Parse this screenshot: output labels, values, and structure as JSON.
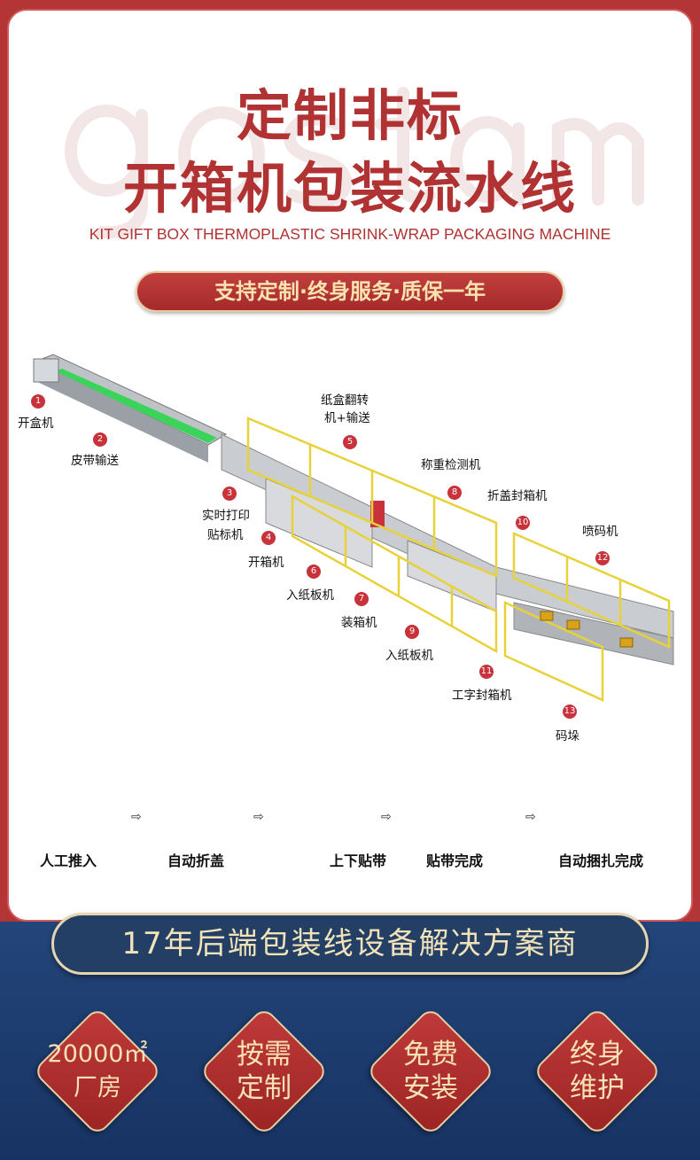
{
  "watermark": "gostam",
  "header": {
    "title_line1": "定制非标",
    "title_line2": "开箱机包装流水线",
    "subtitle": "KIT GIFT BOX THERMOPLASTIC SHRINK-WRAP PACKAGING MACHINE",
    "slogan": "支持定制·终身服务·质保一年"
  },
  "stations": [
    {
      "n": "1",
      "name": "开盒机"
    },
    {
      "n": "2",
      "name": "皮带输送"
    },
    {
      "n": "3",
      "name": "实时打印",
      "name2": "贴标机"
    },
    {
      "n": "4",
      "name": "开箱机"
    },
    {
      "n": "5",
      "name": "纸盒翻转",
      "name2": "机+输送"
    },
    {
      "n": "6",
      "name": "入纸板机"
    },
    {
      "n": "7",
      "name": "装箱机"
    },
    {
      "n": "8",
      "name": "称重检测机"
    },
    {
      "n": "9",
      "name": "入纸板机"
    },
    {
      "n": "10",
      "name": "折盖封箱机"
    },
    {
      "n": "11",
      "name": "工字封箱机"
    },
    {
      "n": "12",
      "name": "喷码机"
    },
    {
      "n": "13",
      "name": "码垛"
    }
  ],
  "process": {
    "steps": [
      "人工推入",
      "自动折盖",
      "上下贴带",
      "贴带完成",
      "自动捆扎完成"
    ],
    "arrow": "⇨"
  },
  "banner": "17年后端包装线设备解决方案商",
  "features": [
    {
      "line1": "20000㎡",
      "line2": "厂房"
    },
    {
      "line1": "按需",
      "line2": "定制"
    },
    {
      "line1": "免费",
      "line2": "安装"
    },
    {
      "line1": "终身",
      "line2": "维护"
    }
  ],
  "colors": {
    "red": "#b03232",
    "navy": "#233f66",
    "gold": "#f2e2b8",
    "box": "#d9a21a",
    "fence": "#e8d23a",
    "belt": "#3ad45a"
  }
}
